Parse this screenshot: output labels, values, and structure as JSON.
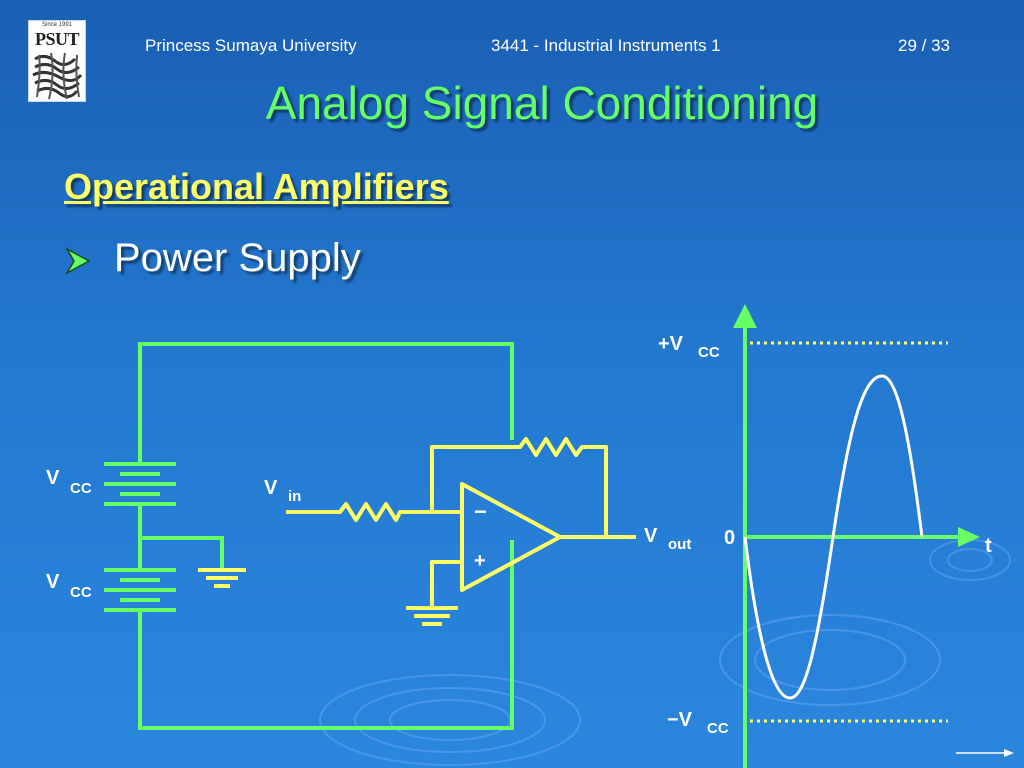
{
  "header": {
    "university": "Princess Sumaya University",
    "course": "3441 - Industrial Instruments 1",
    "page": "29 / 33"
  },
  "logo": {
    "since": "Since 1991",
    "text": "PSUT"
  },
  "slide": {
    "title": "Analog Signal Conditioning",
    "subtitle": "Operational Amplifiers",
    "bullet": "Power Supply"
  },
  "circuit": {
    "vcc_top": {
      "main": "V",
      "sub": "CC"
    },
    "vcc_bottom": {
      "main": "V",
      "sub": "CC"
    },
    "vin": {
      "main": "V",
      "sub": "in"
    },
    "vout": {
      "main": "V",
      "sub": "out"
    },
    "minus": "−",
    "plus": "+"
  },
  "graph": {
    "pos_vcc": {
      "main": "+V",
      "sub": "CC"
    },
    "neg_vcc": {
      "main": "−V",
      "sub": "CC"
    },
    "zero": "0",
    "t": "t"
  },
  "colors": {
    "circuit": "#66ff66",
    "opamp": "#ffff66",
    "waveform": "#ffffff",
    "title": "#66ff66",
    "subtitle": "#ffff66"
  }
}
